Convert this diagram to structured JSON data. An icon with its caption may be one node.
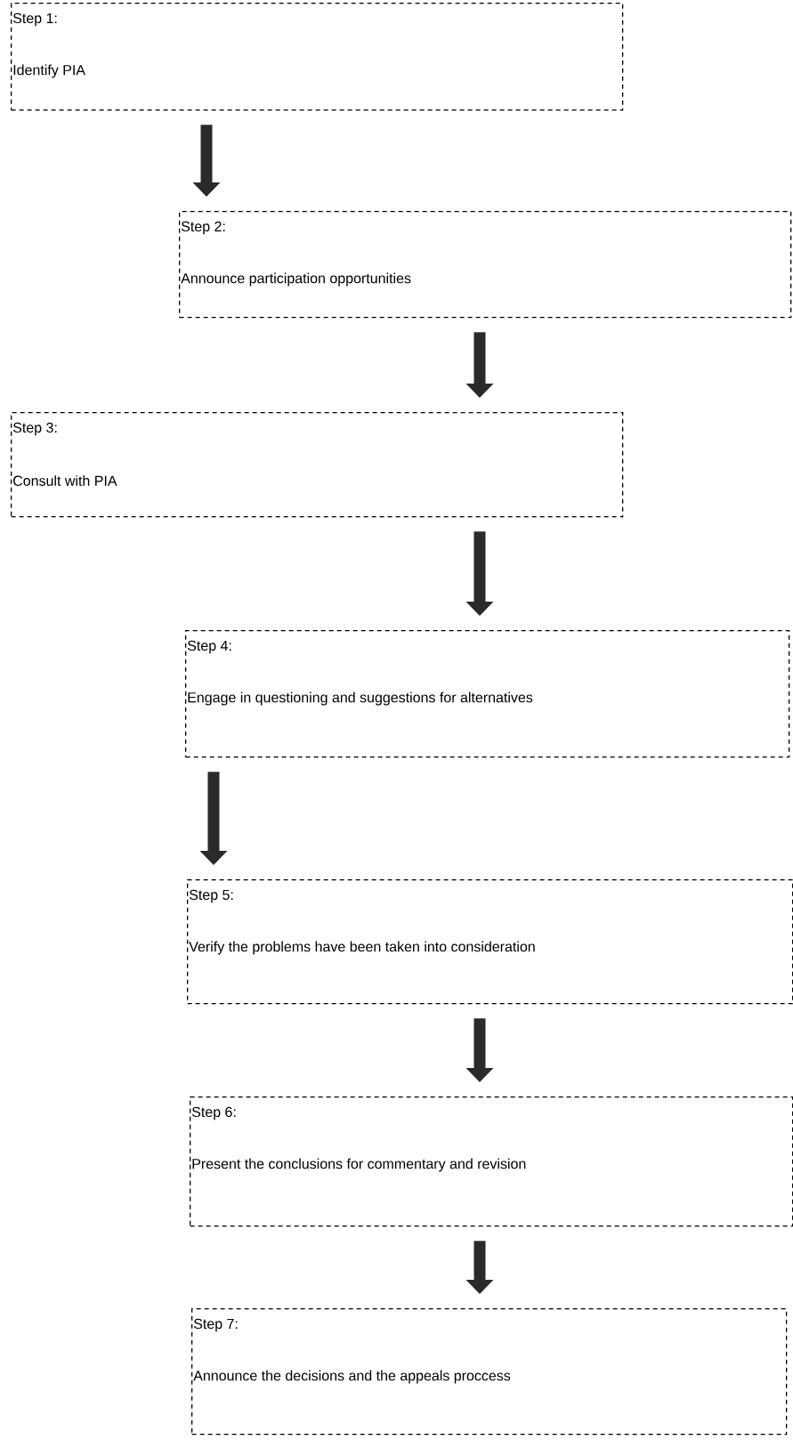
{
  "diagram": {
    "nodes": [
      {
        "text": [
          "Step 1:",
          "Identify PIA"
        ]
      },
      {
        "text": [
          "Step 2:",
          "Announce participation opportunities"
        ]
      },
      {
        "text": [
          "Step 3:",
          "Consult with PIA"
        ]
      },
      {
        "text": [
          "Step 4:",
          "Engage in questioning and suggestions for alternatives"
        ]
      },
      {
        "text": [
          "Step 5:",
          "Verify the problems have been taken into consideration"
        ]
      },
      {
        "text": [
          "Step 6:",
          "Present the conclusions for commentary and revision"
        ]
      },
      {
        "text": [
          "Step 7:",
          "Announce the decisions and the appeals proccess"
        ]
      }
    ],
    "edges": [
      {
        "from": 0,
        "to": 1,
        "arrow": "to"
      },
      {
        "from": 1,
        "to": 2,
        "arrow": "to"
      },
      {
        "from": 2,
        "to": 3,
        "arrow": "to"
      },
      {
        "from": 3,
        "to": 4,
        "arrow": "to"
      },
      {
        "from": 4,
        "to": 5,
        "arrow": "to"
      },
      {
        "from": 5,
        "to": 6,
        "arrow": "to"
      }
    ]
  }
}
